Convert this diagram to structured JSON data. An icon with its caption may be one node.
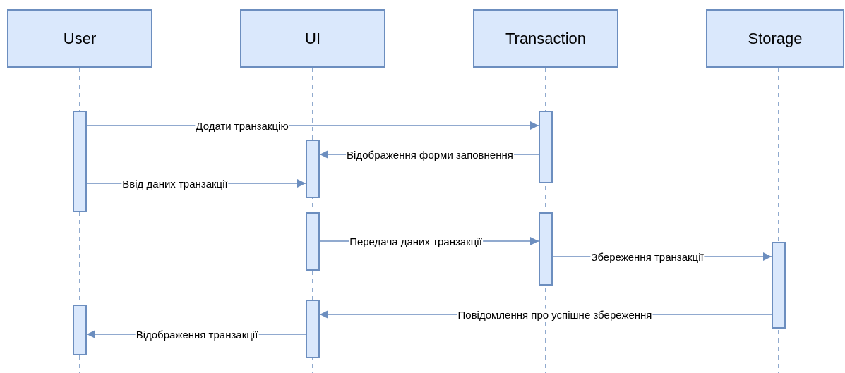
{
  "diagram": {
    "nodes": [
      {
        "text": [
          "User"
        ]
      },
      {
        "text": [
          "UI"
        ]
      },
      {
        "text": [
          "Transaction"
        ]
      },
      {
        "text": [
          "Storage"
        ]
      },
      {
        "text": [],
        "shape": "bar"
      },
      {
        "text": [],
        "shape": "bar"
      },
      {
        "text": [],
        "shape": "bar"
      },
      {
        "text": [],
        "shape": "bar"
      },
      {
        "text": [],
        "shape": "bar"
      },
      {
        "text": [],
        "shape": "bar"
      },
      {
        "text": [],
        "shape": "bar"
      },
      {
        "text": [],
        "shape": "bar"
      }
    ],
    "edges": [
      {
        "from": 4,
        "to": 5,
        "arrow": "to",
        "label": "Додати транзакцію"
      },
      {
        "from": 5,
        "to": 6,
        "arrow": "to",
        "label": "Відображення форми заповнення"
      },
      {
        "from": 4,
        "to": 6,
        "arrow": "to",
        "label": "Ввід даних транзакції"
      },
      {
        "from": 7,
        "to": 8,
        "arrow": "to",
        "label": "Передача даних транзакції"
      },
      {
        "from": 8,
        "to": 9,
        "arrow": "to",
        "label": "Збереження транзакції"
      },
      {
        "from": 9,
        "to": 10,
        "arrow": "to",
        "label": "Повідомлення про успішне збереження"
      },
      {
        "from": 10,
        "to": 11,
        "arrow": "to",
        "label": "Відображення транзакції"
      }
    ]
  }
}
